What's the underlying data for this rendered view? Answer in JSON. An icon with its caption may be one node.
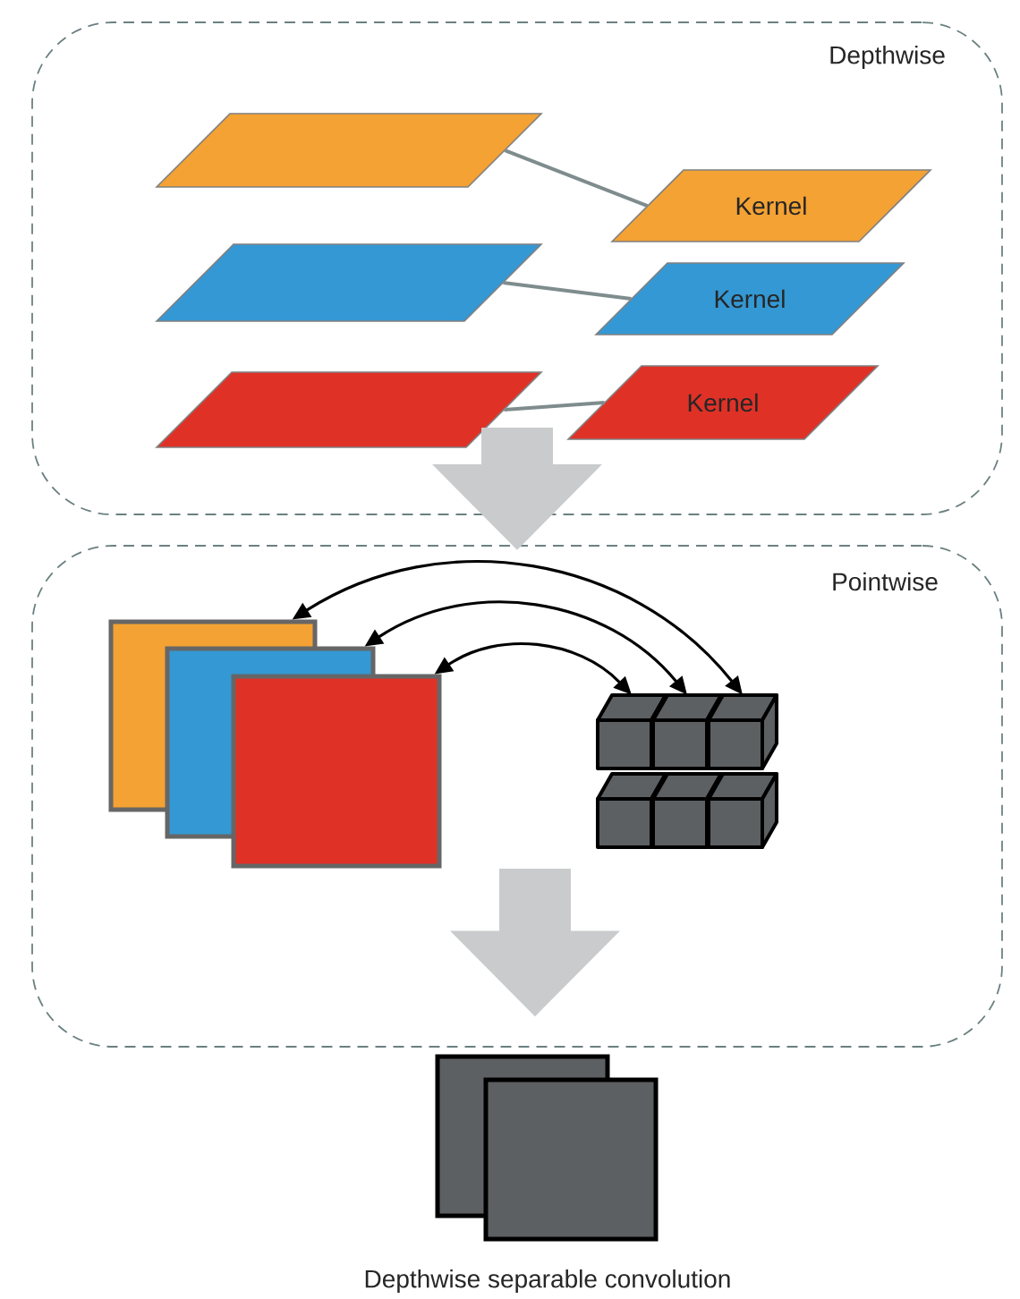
{
  "diagram": {
    "caption": "Depthwise separable convolution",
    "nodes": [
      {
        "text": [
          "Depthwise"
        ]
      },
      {
        "text": [],
        "shape": "parallelogram",
        "in": 0
      },
      {
        "text": [],
        "shape": "parallelogram",
        "in": 0
      },
      {
        "text": [],
        "shape": "parallelogram",
        "in": 0
      },
      {
        "text": [
          "Kernel"
        ],
        "in": 0
      },
      {
        "text": [
          "Kernel"
        ],
        "in": 0
      },
      {
        "text": [
          "Kernel"
        ],
        "in": 0
      },
      {
        "text": [
          "Pointwise"
        ]
      },
      {
        "text": [],
        "shape": "box",
        "in": 7
      },
      {
        "text": [],
        "shape": "box",
        "in": 7
      },
      {
        "text": [],
        "shape": "box",
        "in": 7
      },
      {
        "text": [],
        "shape": "cube",
        "in": 7
      },
      {
        "text": [],
        "shape": "cube",
        "in": 7
      },
      {
        "text": [],
        "shape": "cube",
        "in": 7
      },
      {
        "text": [],
        "shape": "cube",
        "in": 7
      },
      {
        "text": [],
        "shape": "cube",
        "in": 7
      },
      {
        "text": [],
        "shape": "cube",
        "in": 7
      },
      {
        "text": [],
        "shape": "box"
      },
      {
        "text": [],
        "shape": "box"
      }
    ],
    "edges": [
      {
        "from": 1,
        "to": 4,
        "arrow": "none",
        "color": "#7f8c8d"
      },
      {
        "from": 2,
        "to": 5,
        "arrow": "none",
        "color": "#7f8c8d"
      },
      {
        "from": 3,
        "to": 6,
        "arrow": "none",
        "color": "#7f8c8d"
      },
      {
        "from": 0,
        "to": 7,
        "arrow": "to",
        "style": "thick",
        "color": "#c9cbcc"
      },
      {
        "from": 10,
        "to": 11,
        "arrow": "both",
        "color": "#000000"
      },
      {
        "from": 9,
        "to": 12,
        "arrow": "both",
        "color": "#000000"
      },
      {
        "from": 8,
        "to": 13,
        "arrow": "both",
        "color": "#000000"
      },
      {
        "from": 7,
        "to": 17,
        "arrow": "to",
        "style": "thick",
        "color": "#c9cbcc"
      }
    ]
  }
}
